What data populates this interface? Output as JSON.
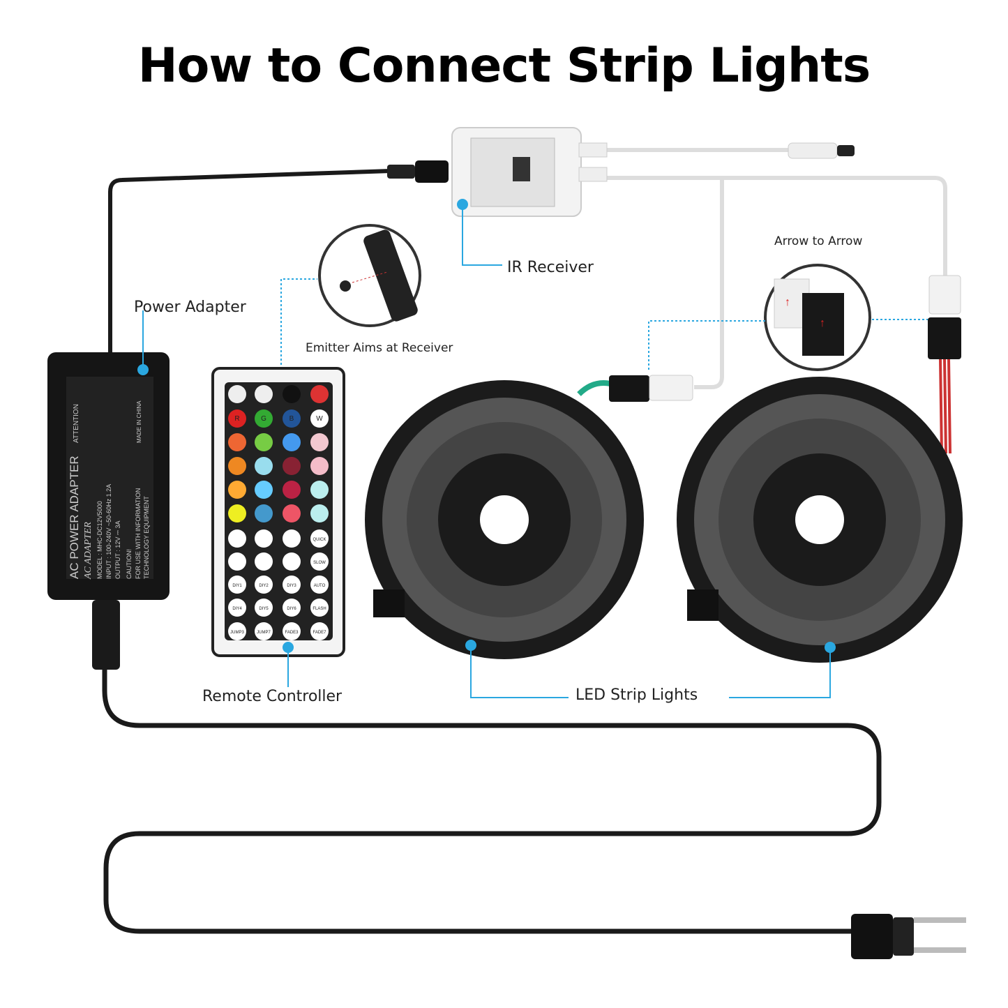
{
  "title": "How to Connect Strip Lights",
  "labels": {
    "ir_receiver": "IR Receiver",
    "power_adapter": "Power Adapter",
    "emitter": "Emitter Aims at Receiver",
    "remote": "Remote Controller",
    "led_strips": "LED Strip Lights",
    "arrow": "Arrow to Arrow"
  },
  "adapter_label": {
    "line1": "AC POWER ADAPTER",
    "line2": "AC ADAPTER",
    "model": "MODEL : MHC-DC12V5000",
    "input": "INPUT : 100-240V ~50-60Hz 1.2A",
    "output": "OUTPUT : 12V ⎓ 3A",
    "caution": "CAUTION!",
    "use1": "FOR USE WITH INFORMATION",
    "use2": "TECHNOLOGY EQUIPMENT",
    "attention": "ATTENTION",
    "made": "MADE IN CHINA"
  },
  "remote": {
    "color_row_labels": [
      "R",
      "G",
      "B",
      "W"
    ],
    "side_buttons": [
      "QUICK",
      "SLOW",
      "AUTO",
      "FLASH"
    ],
    "diy_buttons": [
      "DIY1",
      "DIY2",
      "DIY3",
      "DIY4",
      "DIY5",
      "DIY6"
    ],
    "bottom_buttons": [
      "JUMP3",
      "JUMP7",
      "FADE3",
      "FADE7"
    ]
  },
  "colors": {
    "accent": "#2aa7e0",
    "cable": "#1a1a1a",
    "white_cable": "#e6e6e6"
  }
}
